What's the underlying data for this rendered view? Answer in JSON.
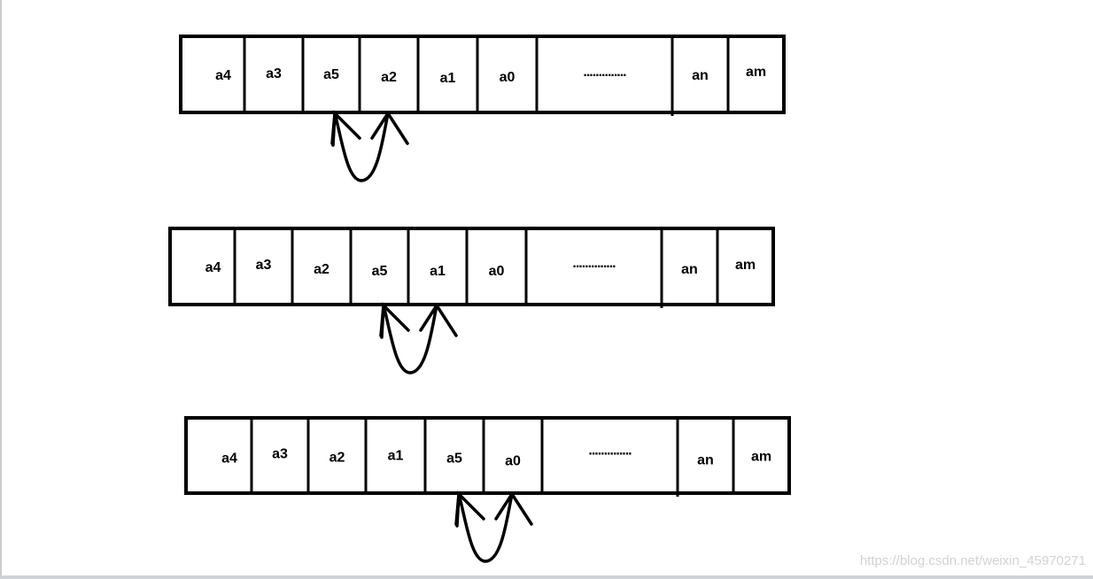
{
  "rows": [
    {
      "name": "row-1",
      "cells": [
        "a4",
        "a3",
        "a5",
        "a2",
        "a1",
        "a0",
        "..............",
        "an",
        "am"
      ],
      "arrow_between": [
        2,
        3
      ]
    },
    {
      "name": "row-2",
      "cells": [
        "a4",
        "a3",
        "a2",
        "a5",
        "a1",
        "a0",
        "..............",
        "an",
        "am"
      ],
      "arrow_between": [
        3,
        4
      ]
    },
    {
      "name": "row-3",
      "cells": [
        "a4",
        "a3",
        "a2",
        "a1",
        "a5",
        "a0",
        "..............",
        "an",
        "am"
      ],
      "arrow_between": [
        4,
        5
      ]
    }
  ],
  "watermark": "https://blog.csdn.net/weixin_45970271",
  "colors": {
    "stroke": "#000000",
    "background": "#ffffff",
    "watermark": "#d2d2d2"
  }
}
